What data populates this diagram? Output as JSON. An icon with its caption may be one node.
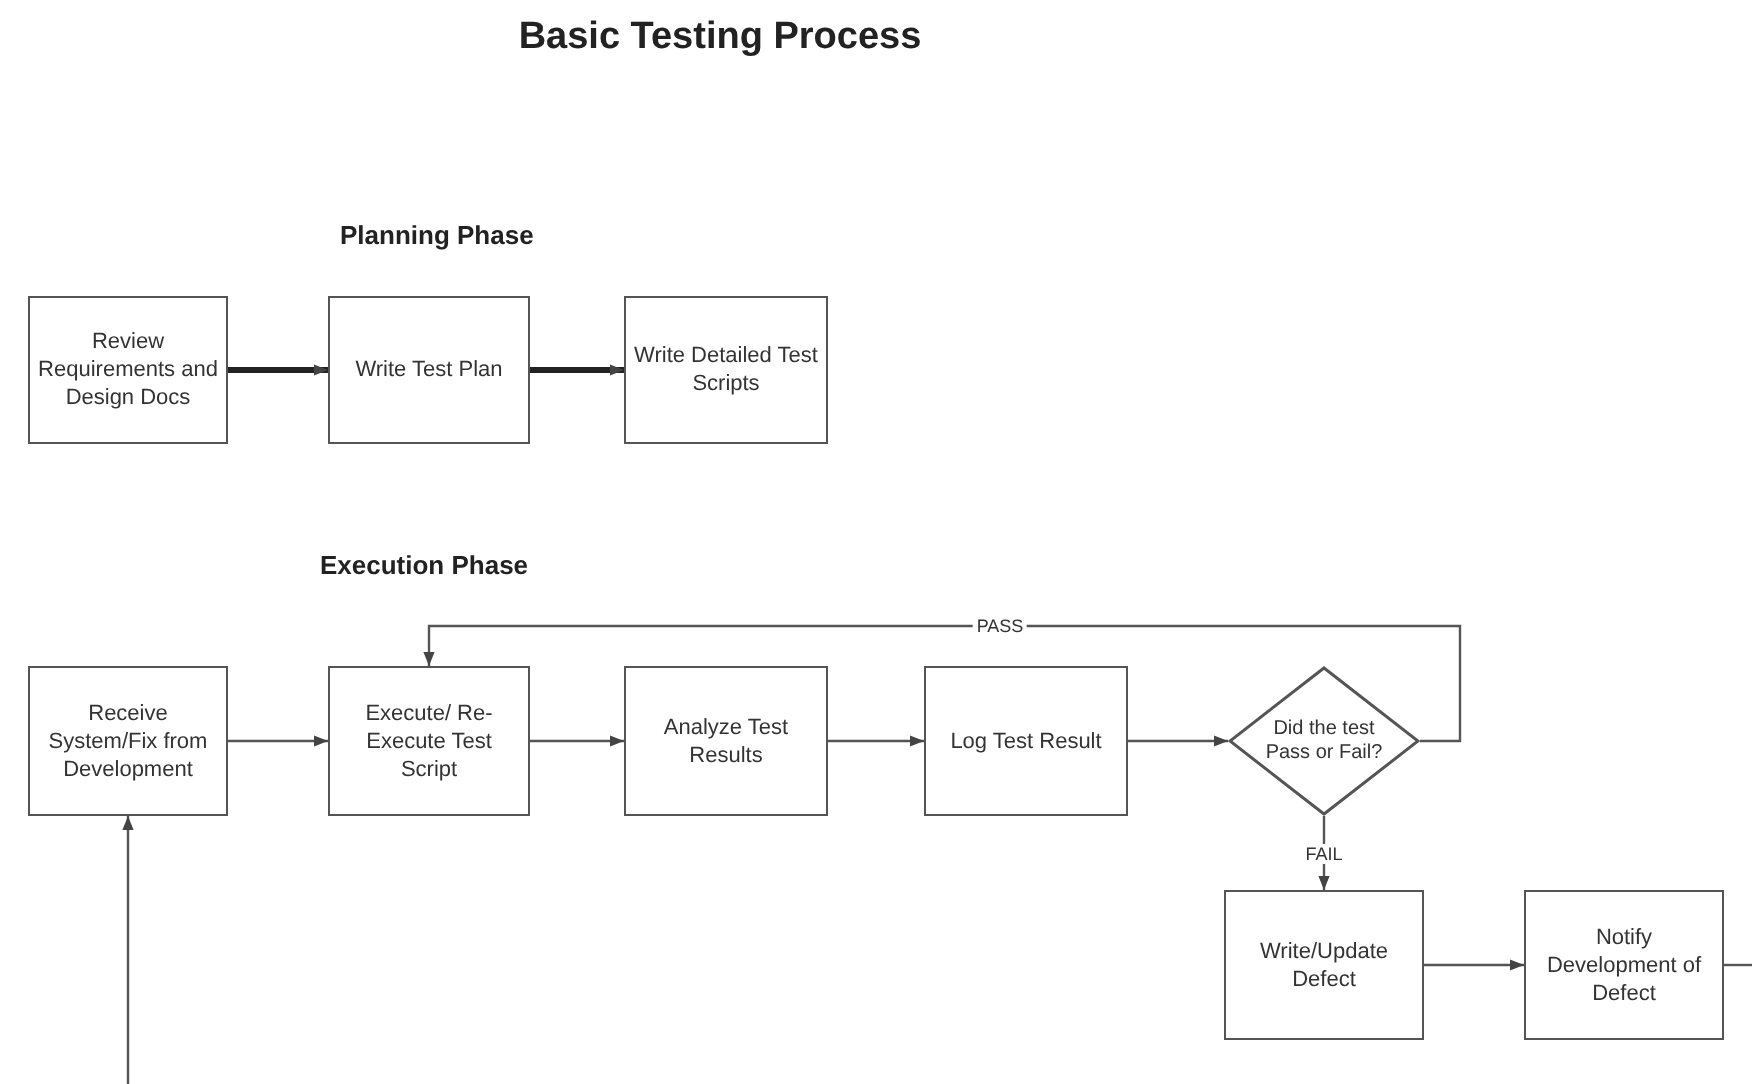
{
  "diagram": {
    "title": "Basic Testing Process",
    "nodes": [
      {
        "text": [
          "Review Requirements and Design Docs"
        ]
      },
      {
        "text": [
          "Write Test Plan"
        ]
      },
      {
        "text": [
          "Write Detailed Test Scripts"
        ]
      },
      {
        "text": [
          "Receive System/Fix from Development"
        ]
      },
      {
        "text": [
          "Execute/ Re-Execute Test Script"
        ]
      },
      {
        "text": [
          "Analyze Test Results"
        ]
      },
      {
        "text": [
          "Log Test Result"
        ]
      },
      {
        "text": [
          "Did the test Pass or Fail?"
        ]
      },
      {
        "text": [
          "Write/Update Defect"
        ]
      },
      {
        "text": [
          "Notify Development of Defect"
        ]
      }
    ],
    "edges": [
      {
        "from": 0,
        "to": 1,
        "arrow": "to",
        "style": "thick"
      },
      {
        "from": 1,
        "to": 2,
        "arrow": "to",
        "style": "thick"
      },
      {
        "from": 3,
        "to": 4,
        "arrow": "to"
      },
      {
        "from": 4,
        "to": 5,
        "arrow": "to"
      },
      {
        "from": 5,
        "to": 6,
        "arrow": "to"
      },
      {
        "from": 6,
        "to": 7,
        "arrow": "to"
      },
      {
        "from": 7,
        "to": 4,
        "arrow": "to",
        "label": "PASS"
      },
      {
        "from": 7,
        "to": 8,
        "arrow": "to",
        "label": "FAIL"
      },
      {
        "from": 8,
        "to": 9,
        "arrow": "to"
      },
      {
        "from": 9,
        "to": null,
        "arrow": "none"
      },
      {
        "from": null,
        "to": 3,
        "arrow": "to"
      }
    ],
    "labels": [
      "Planning Phase",
      "Execution Phase"
    ]
  }
}
